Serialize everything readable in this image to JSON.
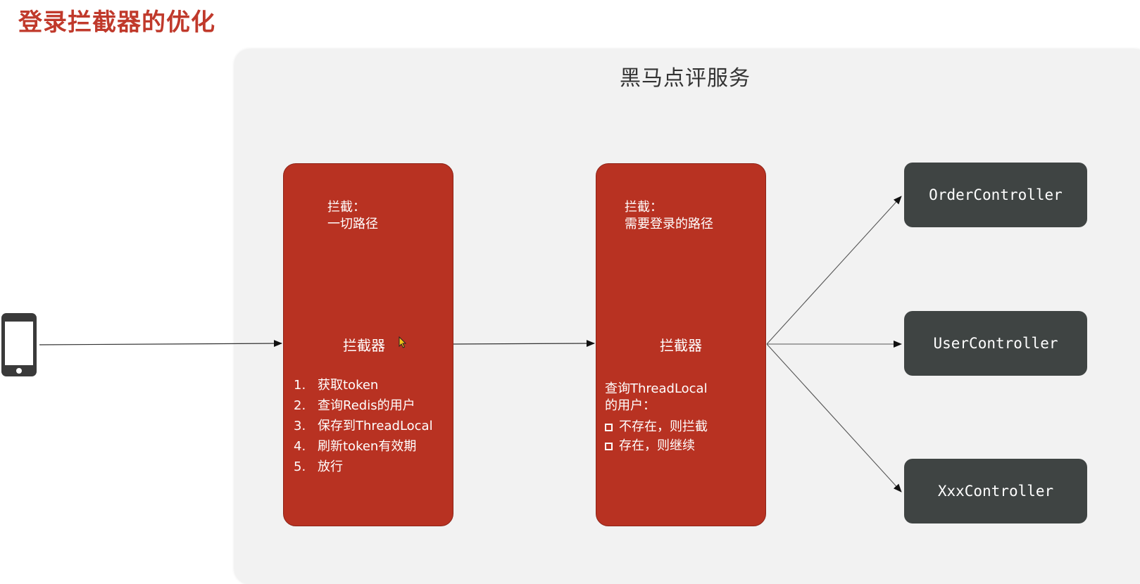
{
  "title": "登录拦截器的优化",
  "service": {
    "title": "黑马点评服务"
  },
  "interceptor1": {
    "scope": "拦截：\n一切路径",
    "name": "拦截器",
    "steps": [
      {
        "num": "1.",
        "text": "获取token"
      },
      {
        "num": "2.",
        "text": "查询Redis的用户"
      },
      {
        "num": "3.",
        "text": "保存到ThreadLocal"
      },
      {
        "num": "4.",
        "text": "刷新token有效期"
      },
      {
        "num": "5.",
        "text": "放行"
      }
    ]
  },
  "interceptor2": {
    "scope": "拦截：\n需要登录的路径",
    "name": "拦截器",
    "check": "查询ThreadLocal\n的用户：",
    "options": [
      "不存在，则拦截",
      "存在，则继续"
    ]
  },
  "controllers": [
    "OrderController",
    "UserController",
    "XxxController"
  ],
  "icons": {
    "client": "phone-icon",
    "pointer": "cursor-icon"
  },
  "colors": {
    "interceptor": "#b83222",
    "controller": "#3f4443",
    "title": "#c0392b"
  }
}
